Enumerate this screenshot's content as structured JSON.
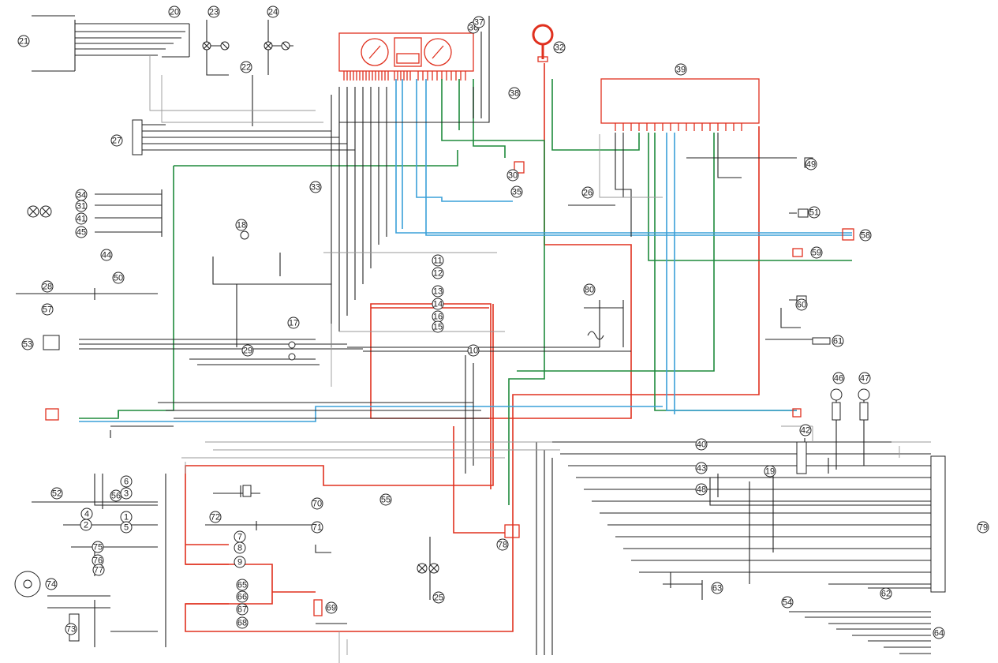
{
  "diagram": {
    "colors": {
      "black": "#222222",
      "grey": "#999999",
      "red": "#e0301e",
      "green": "#1e8a3c",
      "blue": "#3aa0d8"
    },
    "callouts": [
      {
        "n": "21"
      },
      {
        "n": "20"
      },
      {
        "n": "23"
      },
      {
        "n": "24"
      },
      {
        "n": "22"
      },
      {
        "n": "36"
      },
      {
        "n": "37"
      },
      {
        "n": "32"
      },
      {
        "n": "39"
      },
      {
        "n": "38"
      },
      {
        "n": "33"
      },
      {
        "n": "27"
      },
      {
        "n": "30"
      },
      {
        "n": "35"
      },
      {
        "n": "34"
      },
      {
        "n": "31"
      },
      {
        "n": "41"
      },
      {
        "n": "45"
      },
      {
        "n": "26"
      },
      {
        "n": "18"
      },
      {
        "n": "44"
      },
      {
        "n": "28"
      },
      {
        "n": "50"
      },
      {
        "n": "57"
      },
      {
        "n": "49"
      },
      {
        "n": "51"
      },
      {
        "n": "11"
      },
      {
        "n": "12"
      },
      {
        "n": "13"
      },
      {
        "n": "14"
      },
      {
        "n": "16"
      },
      {
        "n": "15"
      },
      {
        "n": "10"
      },
      {
        "n": "29"
      },
      {
        "n": "17"
      },
      {
        "n": "53"
      },
      {
        "n": "58"
      },
      {
        "n": "59"
      },
      {
        "n": "60"
      },
      {
        "n": "61"
      },
      {
        "n": "46"
      },
      {
        "n": "47"
      },
      {
        "n": "42"
      },
      {
        "n": "40"
      },
      {
        "n": "43"
      },
      {
        "n": "48"
      },
      {
        "n": "19"
      },
      {
        "n": "55"
      },
      {
        "n": "52"
      },
      {
        "n": "56"
      },
      {
        "n": "4"
      },
      {
        "n": "2"
      },
      {
        "n": "6"
      },
      {
        "n": "3"
      },
      {
        "n": "1"
      },
      {
        "n": "5"
      },
      {
        "n": "7"
      },
      {
        "n": "8"
      },
      {
        "n": "9"
      },
      {
        "n": "25"
      },
      {
        "n": "54"
      },
      {
        "n": "62"
      },
      {
        "n": "63"
      },
      {
        "n": "64"
      },
      {
        "n": "65"
      },
      {
        "n": "66"
      },
      {
        "n": "67"
      },
      {
        "n": "68"
      },
      {
        "n": "69"
      },
      {
        "n": "70"
      },
      {
        "n": "71"
      },
      {
        "n": "72"
      },
      {
        "n": "73"
      },
      {
        "n": "74"
      },
      {
        "n": "75"
      },
      {
        "n": "76"
      },
      {
        "n": "77"
      },
      {
        "n": "78"
      },
      {
        "n": "79"
      },
      {
        "n": "80"
      }
    ]
  }
}
